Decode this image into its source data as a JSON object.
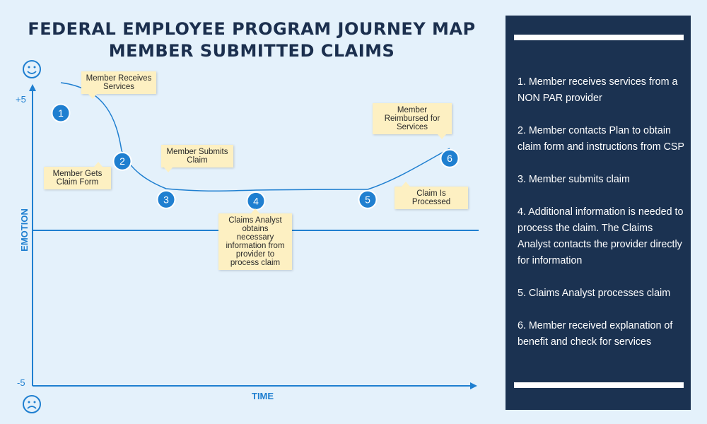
{
  "title": {
    "line1": "FEDERAL EMPLOYEE PROGRAM JOURNEY MAP",
    "line2": "MEMBER SUBMITTED CLAIMS"
  },
  "axes": {
    "y_label": "EMOTION",
    "x_label": "TIME",
    "y_max_label": "+5",
    "y_min_label": "-5",
    "top_icon": "happy-face-icon",
    "bottom_icon": "sad-face-icon"
  },
  "nodes": [
    {
      "number": "1",
      "label": "Member Receives Services",
      "emotion": 4.5
    },
    {
      "number": "2",
      "label": "Member Gets Claim Form",
      "emotion": 2.8
    },
    {
      "number": "3",
      "label": "Member Submits Claim",
      "emotion": 1.45
    },
    {
      "number": "4",
      "label": "Claims Analyst obtains necessary information from provider to process claim",
      "emotion": 1.4
    },
    {
      "number": "5",
      "label": "Claim Is Processed",
      "emotion": 1.45
    },
    {
      "number": "6",
      "label": "Member Reimbursed for Services",
      "emotion": 2.9
    }
  ],
  "steps": [
    "1. Member receives services from a NON PAR provider",
    "2. Member contacts Plan to obtain claim form and instructions from CSP",
    "3. Member submits claim",
    "4. Additional information is needed to process the claim. The Claims Analyst contacts the provider directly for information",
    "5. Claims Analyst processes claim",
    "6. Member received explanation of benefit and check for services"
  ],
  "colors": {
    "background": "#e4f1fb",
    "accent": "#1f7fd0",
    "node_fill": "#1f7fd0",
    "note_fill": "#fdf0c2",
    "panel": "#1b3251",
    "title": "#1b2f4e"
  }
}
